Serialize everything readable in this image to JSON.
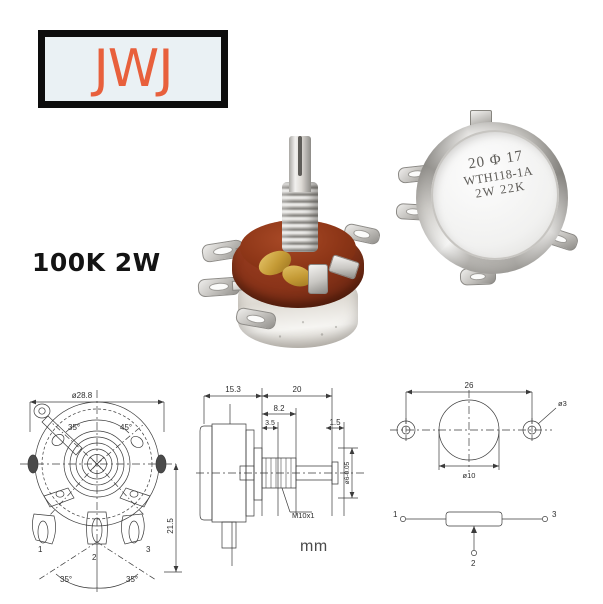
{
  "brand": {
    "logo_text": "JWJ",
    "logo_color": "#e8603c",
    "logo_bg": "#eaf1f4",
    "logo_border_color": "#0d0d0d"
  },
  "product": {
    "spec_caption": "100K 2W",
    "caption_color": "#141414",
    "body_color": "#8a3419",
    "metal_color": "#d2d0cc"
  },
  "device_label": {
    "line1": "20 Φ 17",
    "line2": "WTH118-1A",
    "line3": "2W  22K"
  },
  "drawings": {
    "unit": "mm",
    "front_view": {
      "name": "front-view",
      "diameter": "ø28.8",
      "height": "21.5",
      "angle_top_left": "35°",
      "angle_top_right": "45°",
      "angle_bottom_left": "35°",
      "angle_bottom_right": "35°",
      "terminal_1": "1",
      "terminal_2": "2",
      "terminal_3": "3"
    },
    "side_view": {
      "name": "side-view",
      "dim_body_length": "15.3",
      "dim_bushing": "8.2",
      "dim_shaft_length": "20",
      "dim_flat": "3.5",
      "dim_tip": "1.5",
      "dim_shaft_dia": "ø6-0.05",
      "thread_spec": "M10x1"
    },
    "panel_view": {
      "name": "panel-cutout-view",
      "dim_hole_spacing": "26",
      "dim_center_hole": "ø10",
      "dim_side_hole": "ø3"
    },
    "schematic": {
      "name": "potentiometer-schematic",
      "terminal_1": "1",
      "terminal_2": "2",
      "terminal_3": "3"
    }
  }
}
